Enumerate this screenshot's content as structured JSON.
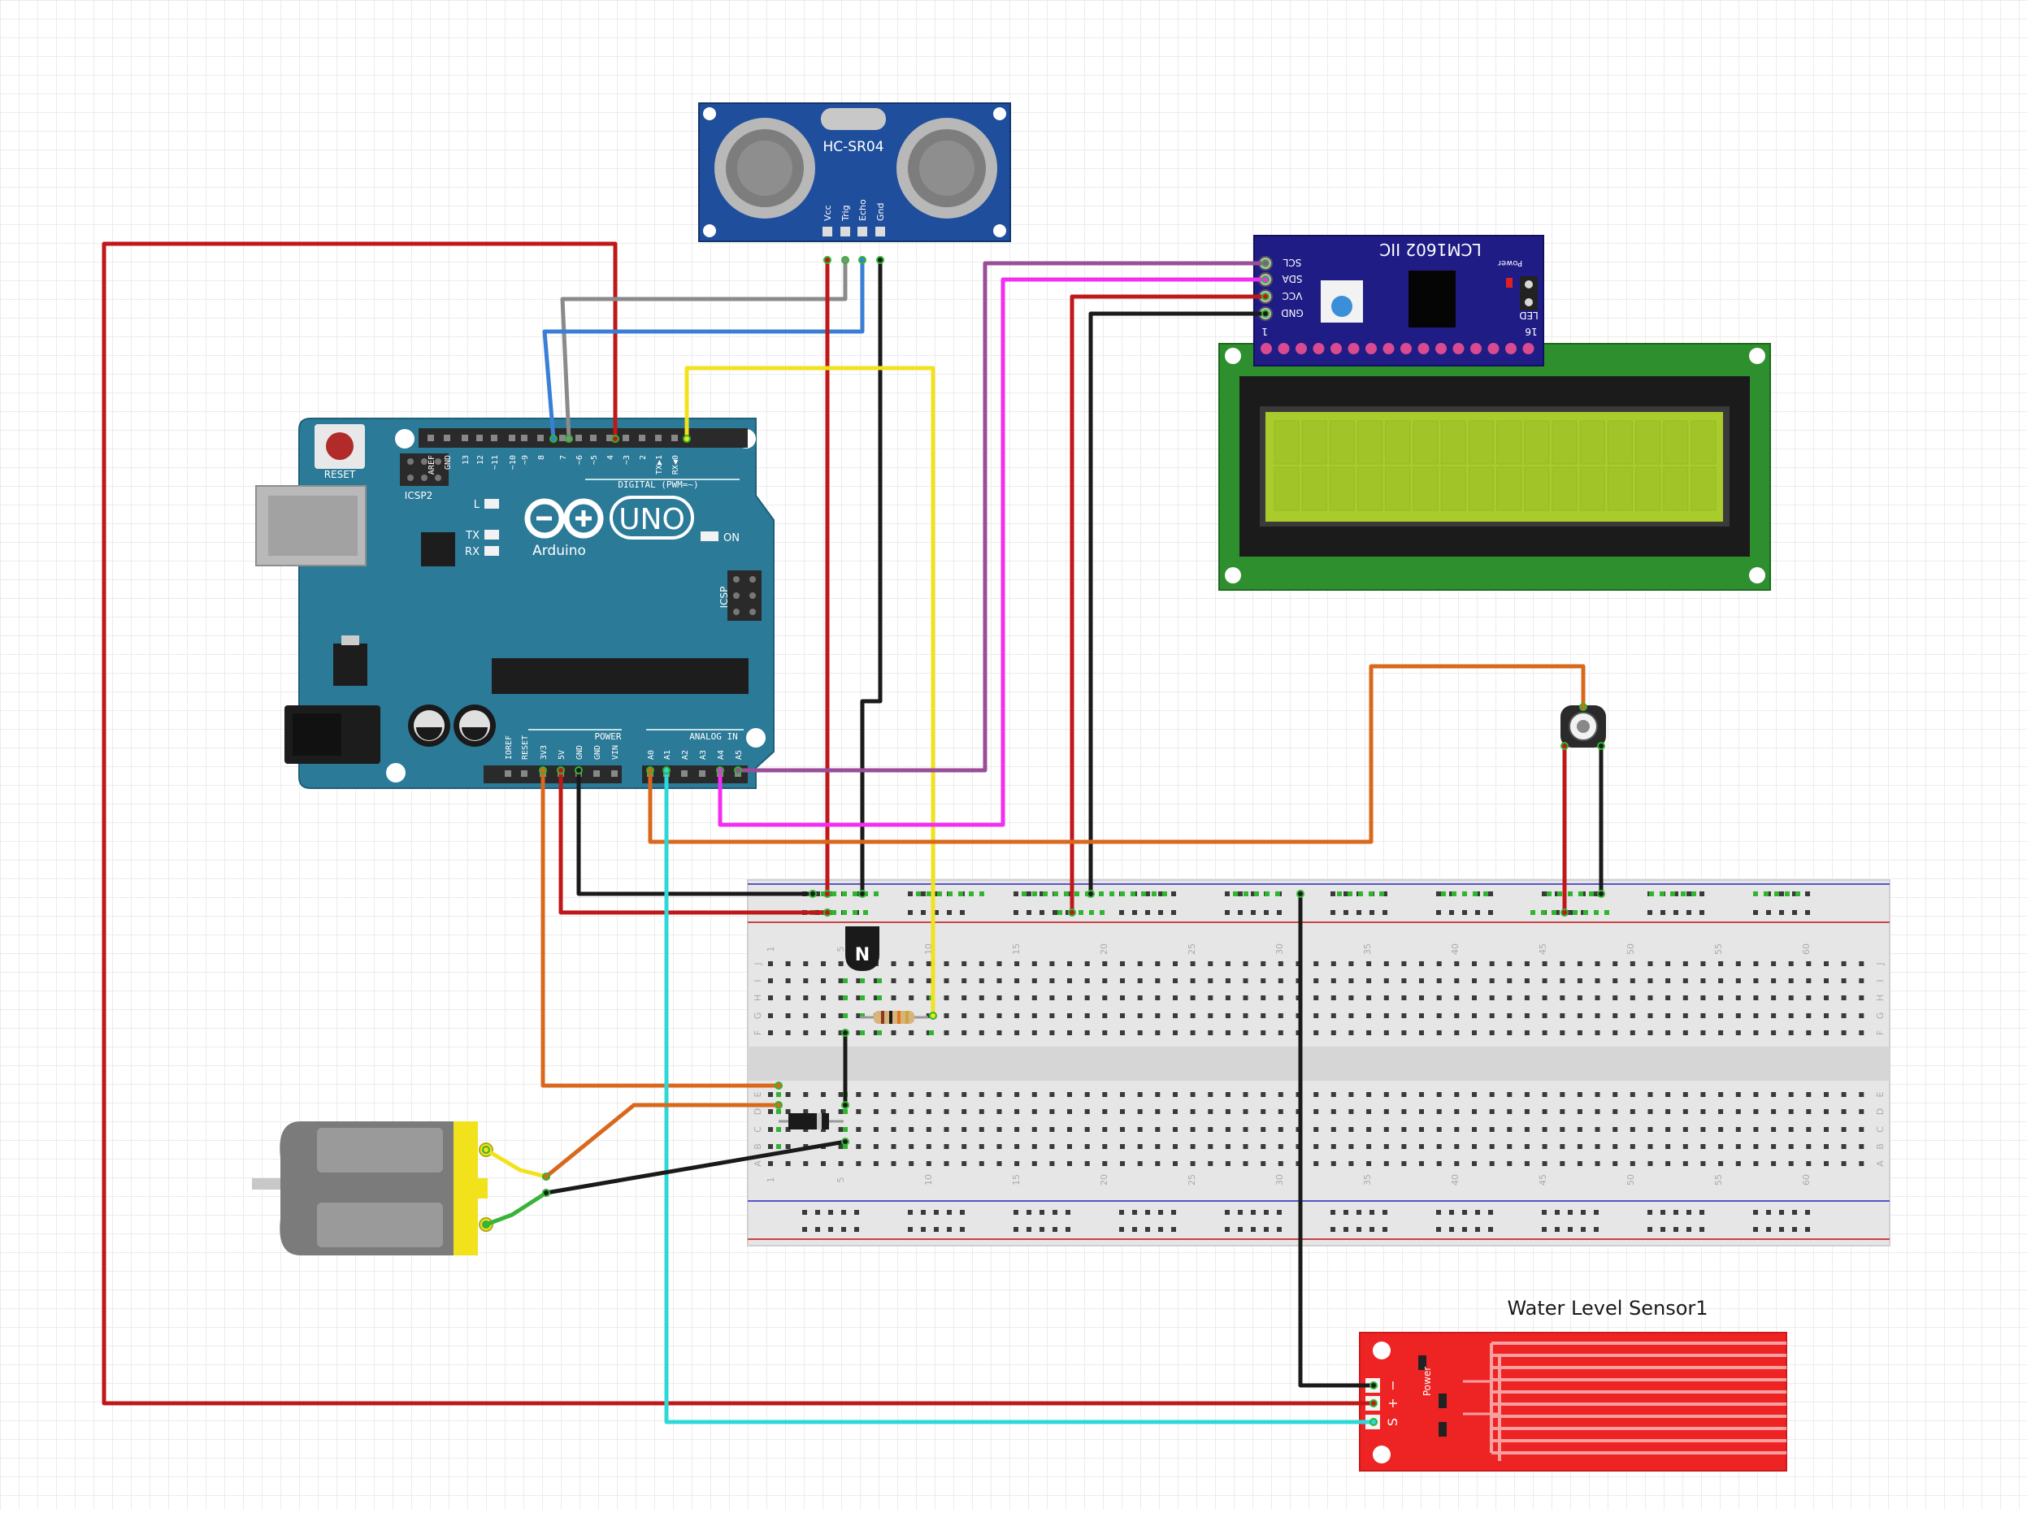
{
  "ultrasonic": {
    "model": "HC-SR04",
    "pins": [
      "Vcc",
      "Trig",
      "Echo",
      "Gnd"
    ]
  },
  "i2c_module": {
    "title": "LCM1602 IIC",
    "pins": [
      "SCL",
      "SDA",
      "VCC",
      "GND"
    ],
    "power_label": "Power",
    "led_label": "LED",
    "pin1_label": "1",
    "pin16_label": "16"
  },
  "arduino": {
    "reset_label": "RESET",
    "icsp2_label": "ICSP2",
    "icsp_label": "ICSP",
    "l_label": "L",
    "tx_label": "TX",
    "rx_label": "RX",
    "on_label": "ON",
    "brand": "Arduino",
    "model": "UNO",
    "digital_label": "DIGITAL (PWM=~)",
    "power_label": "POWER",
    "analog_label": "ANALOG IN",
    "digital_pins": [
      "AREF",
      "GND",
      "13",
      "12",
      "~11",
      "~10",
      "~9",
      "8",
      "7",
      "~6",
      "~5",
      "4",
      "~3",
      "2",
      "TX▶1",
      "RX◀0"
    ],
    "power_pins": [
      "IOREF",
      "RESET",
      "3V3",
      "5V",
      "GND",
      "GND",
      "VIN"
    ],
    "analog_pins": [
      "A0",
      "A1",
      "A2",
      "A3",
      "A4",
      "A5"
    ]
  },
  "breadboard": {
    "column_numbers": [
      "1",
      "5",
      "10",
      "15",
      "20",
      "25",
      "30",
      "35",
      "40",
      "45",
      "50",
      "55",
      "60"
    ],
    "row_letters_top": [
      "J",
      "I",
      "H",
      "G",
      "F"
    ],
    "row_letters_bottom": [
      "E",
      "D",
      "C",
      "B",
      "A"
    ]
  },
  "transistor_label": "N",
  "water_sensor": {
    "title": "Water Level Sensor1",
    "pin_labels": [
      "−",
      "+",
      "S"
    ],
    "power_label": "Power"
  },
  "colors": {
    "arduino_blue": "#2b7a98",
    "wire_red": "#c01818",
    "wire_black": "#1a1a1a",
    "wire_blue": "#3a7fd5",
    "wire_gray": "#8a8a8a",
    "wire_yellow": "#f2e21c",
    "wire_purple": "#9a4e98",
    "wire_magenta": "#f22ef2",
    "wire_orange": "#d9681c",
    "wire_cyan": "#2ed8d8",
    "lcd_green": "#2e8f2e",
    "lcd_screen": "#a9cc2c",
    "sensor_red": "#ee2424",
    "i2c_blue": "#1f1c86",
    "hcsr04_blue": "#1f4f9c"
  }
}
